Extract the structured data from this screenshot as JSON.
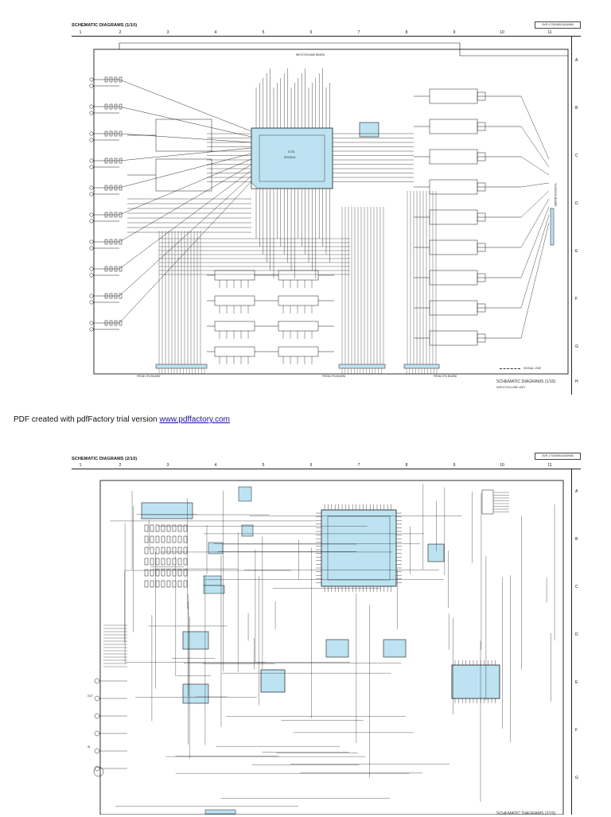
{
  "pages": [
    {
      "sheet_title": "SCHEMATIC DIAGRAMS (1/10)",
      "model_code": "AVR-1705/985/1605/686",
      "board_label": "INPUT/VOLUME BOARD",
      "ic_labels": [
        "IC701",
        "R2S15111"
      ],
      "caption_title": "SCHEMATIC DIAGRAMS (1/10)",
      "caption_sub": "INPUT/VOLUME UNIT",
      "signal_line_label": "SIGNAL LINE",
      "connector_labels": [
        "FROM CPU BOARD",
        "FROM CPU BOARD",
        "FROM CPU BOARD"
      ],
      "side_connector_label": "TO DIGITAL BOARD"
    },
    {
      "sheet_title": "SCHEMATIC DIAGRAMS (2/10)",
      "model_code": "AVR-1705/985/1605/686",
      "caption_title": "SCHEMATIC DIAGRAMS (2/10)",
      "side_labels": [
        "OUT",
        "IN"
      ]
    }
  ],
  "grid": {
    "columns": [
      "1",
      "2",
      "3",
      "4",
      "5",
      "6",
      "7",
      "8",
      "9",
      "10",
      "11"
    ],
    "rows": [
      "A",
      "B",
      "C",
      "D",
      "E",
      "F",
      "G",
      "H"
    ]
  },
  "pdf_note": {
    "text": "PDF created with pdfFactory trial version ",
    "link": "www.pdffactory.com"
  },
  "colors": {
    "ic_fill": "#bde3f2",
    "line": "#1a1a1a",
    "link": "#1a0dab"
  }
}
